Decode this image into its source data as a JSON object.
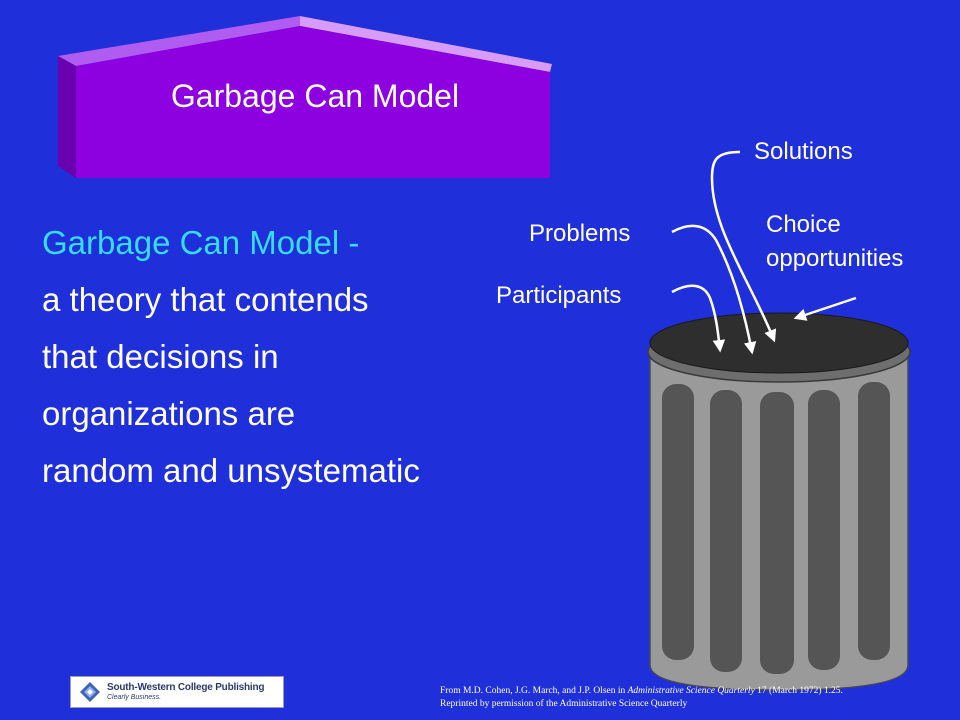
{
  "banner": {
    "title": "Garbage Can Model"
  },
  "body": {
    "lead": "Garbage Can Model -",
    "lines": [
      "a theory that contends",
      "that decisions in",
      "organizations are",
      "random and unsystematic"
    ]
  },
  "diagram": {
    "labels": {
      "solutions": "Solutions",
      "choice_line1": "Choice",
      "choice_line2": "opportunities",
      "problems": "Problems",
      "participants": "Participants"
    }
  },
  "footer": {
    "logo_name": "South-Western College Publishing",
    "logo_tagline": "Clearly Business.",
    "credit_prefix": "From M.D. Cohen, J.G. March, and J.P. Olsen in ",
    "credit_journal": "Administrative Science Quarterly",
    "credit_suffix": " 17 (March 1972) 1.25.",
    "credit_line2": "Reprinted by permission of the Administrative Science Quarterly"
  },
  "colors": {
    "background": "#1f2fd9",
    "banner_fill": "#8d00e0",
    "lead_text": "#35dcf5",
    "can_body": "#9a9a9a",
    "can_lid": "#2e2e2e"
  }
}
